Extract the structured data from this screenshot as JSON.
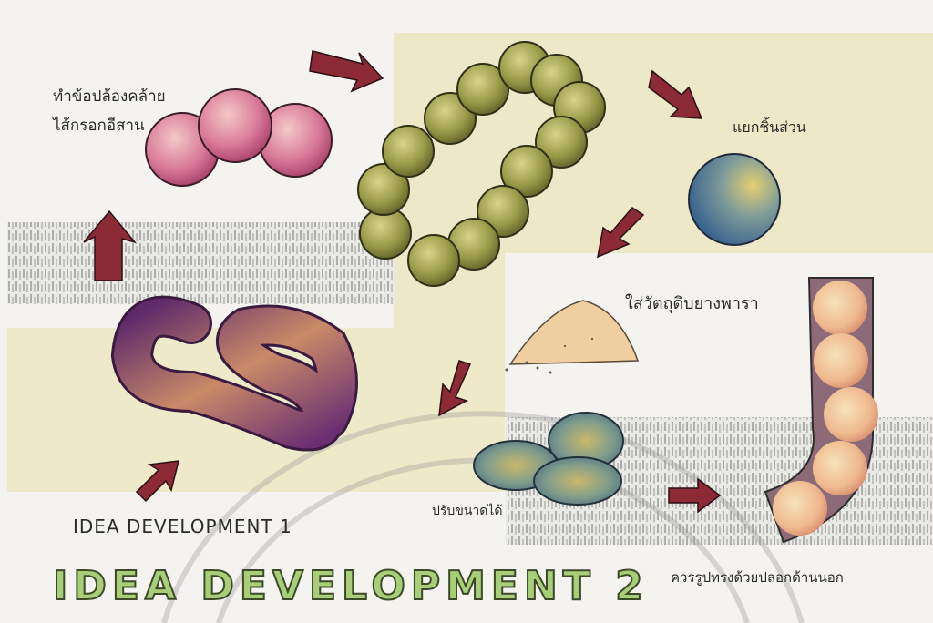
{
  "labels": {
    "caption_top_line1": "ทำข้อปล้องคล้าย",
    "caption_top_line2": "ไส้กรอกอีสาน",
    "caption_separate": "แยกชิ้นส่วน",
    "caption_fill": "ใส่วัตถุดิบยางพารา",
    "caption_adjust": "ปรับขนาดได้",
    "caption_shape": "ควรรูปทรงด้วยปลอกด้านนอก",
    "idea_dev_1": "IDEA DEVELOPMENT 1",
    "idea_dev_2": "IDEA DEVELOPMENT 2"
  },
  "colors": {
    "pink": "#d97a9a",
    "olive": "#8d8d3c",
    "blue": "#4f79a3",
    "purple": "#7b3f80",
    "arrow": "#8c2a35",
    "tan": "#e8c49a",
    "panel_yellow": "#ece7c8",
    "title_green": "#a8cf78"
  }
}
